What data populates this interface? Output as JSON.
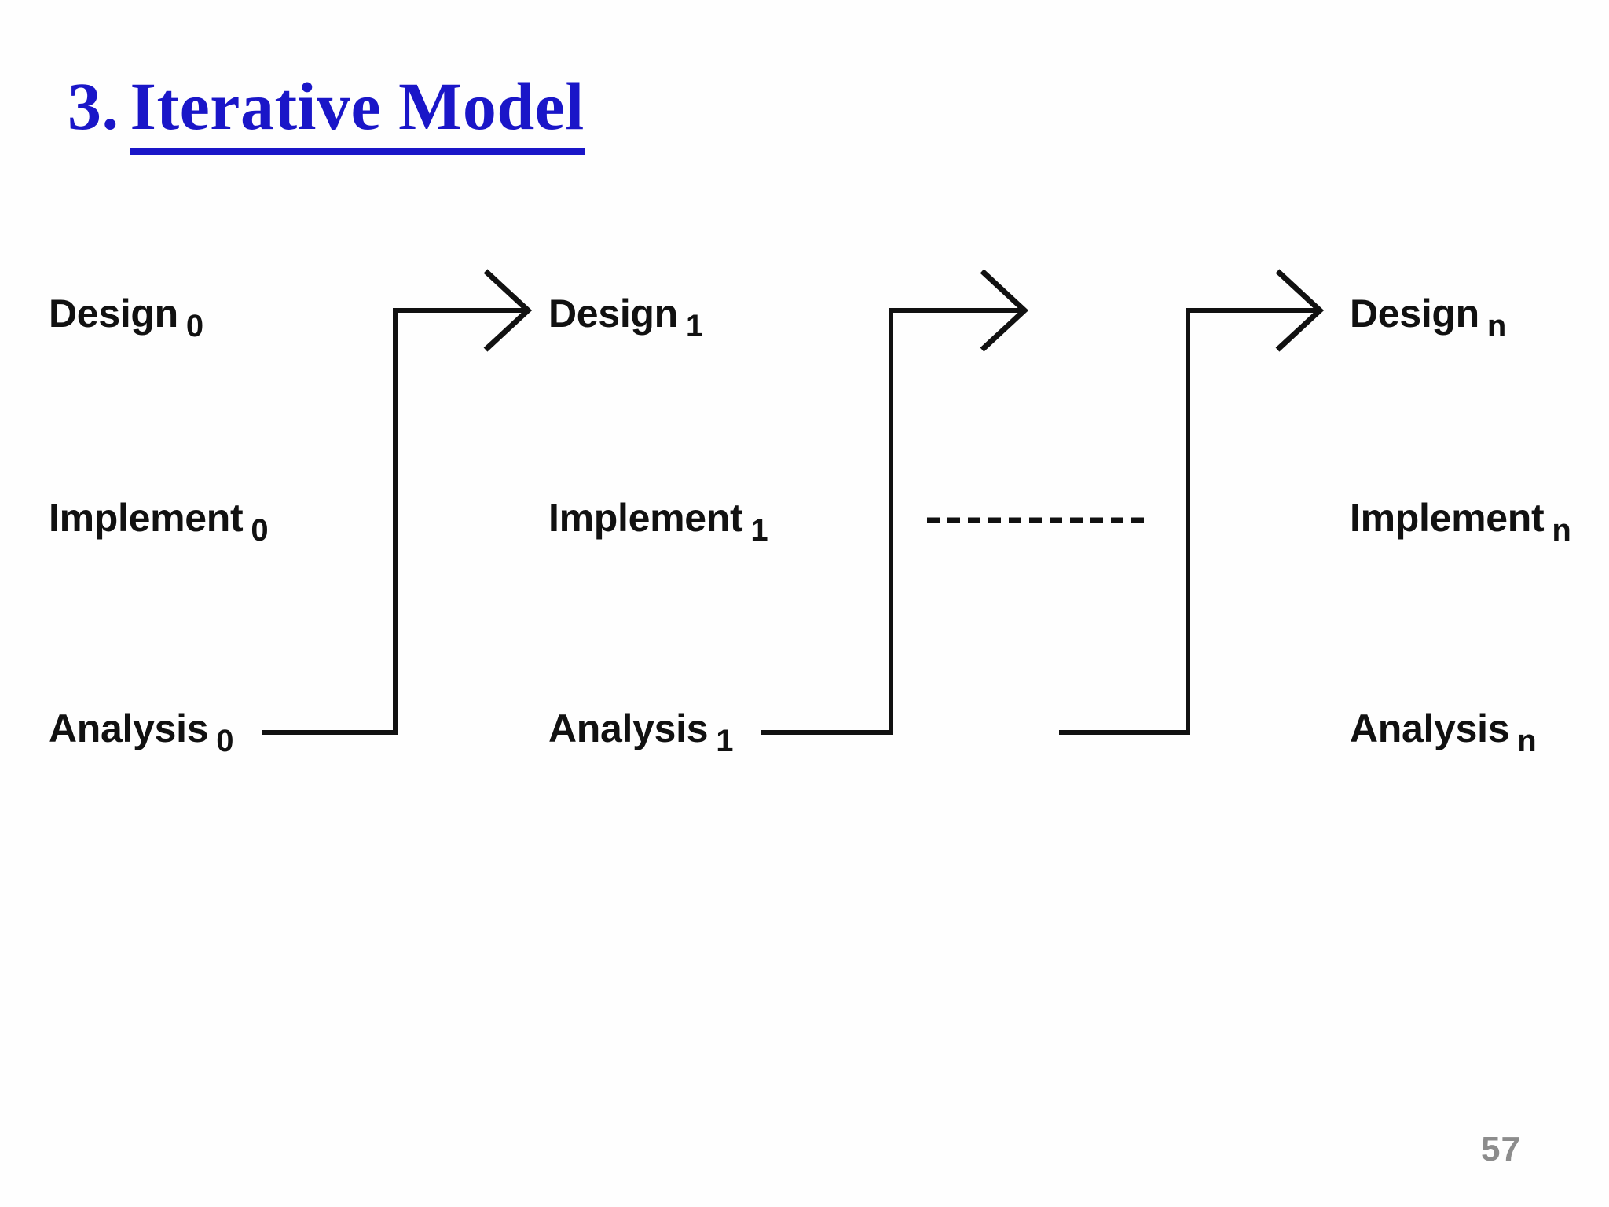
{
  "slide": {
    "title_number": "3.",
    "title_text": "Iterative Model",
    "title_color": "#1a16c8",
    "page_number": "57",
    "page_number_color": "#8c8c8c",
    "background_color": "#ffffff"
  },
  "diagram": {
    "type": "iterative-model-flow",
    "line_color": "#111111",
    "phase_names": [
      "Design",
      "Implement",
      "Analysis"
    ],
    "iterations": [
      {
        "id": "0",
        "subscript": "0",
        "design": "Design",
        "implement": "Implement",
        "analysis": "Analysis"
      },
      {
        "id": "1",
        "subscript": "1",
        "design": "Design",
        "implement": "Implement",
        "analysis": "Analysis"
      },
      {
        "id": "n",
        "subscript": "n",
        "design": "Design",
        "implement": "Implement",
        "analysis": "Analysis"
      }
    ],
    "connectors": [
      {
        "name": "analysis0-to-design1",
        "from": "Analysis 0",
        "to": "Design 1",
        "style": "solid",
        "arrowhead": "open-chevron"
      },
      {
        "name": "analysis1-to-next-design",
        "from": "Analysis 1",
        "to": "next iteration Design",
        "style": "solid",
        "arrowhead": "open-chevron"
      },
      {
        "name": "analysis-prev-to-design-n",
        "from": "previous Analysis",
        "to": "Design n",
        "style": "solid",
        "arrowhead": "open-chevron"
      }
    ],
    "ellipsis": {
      "name": "continuation-dashes",
      "style": "dashed",
      "meaning": "iterations continue",
      "dash_count": 12
    }
  }
}
